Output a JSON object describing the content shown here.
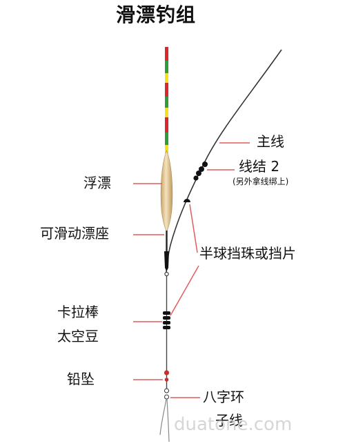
{
  "title": "滑漂钓组",
  "labels": {
    "main_line": "主线",
    "knot": "线结 2",
    "knot_note": "(另外拿线绑上)",
    "float": "浮漂",
    "float_seat": "可滑动漂座",
    "stopper": "半球挡珠或挡片",
    "kala_line1": "卡拉棒",
    "kala_line2": "太空豆",
    "sinker": "铅坠",
    "swivel": "八字环",
    "leader": "子线"
  },
  "watermark": "duatone.com",
  "colors": {
    "label_line": "#e25c5c",
    "line": "#333333",
    "float_body": "#e9cfa0",
    "tip_red": "#d9282b",
    "tip_green": "#2f9d3a",
    "tip_yellow": "#f2e21d",
    "sinker": "#c83030"
  }
}
